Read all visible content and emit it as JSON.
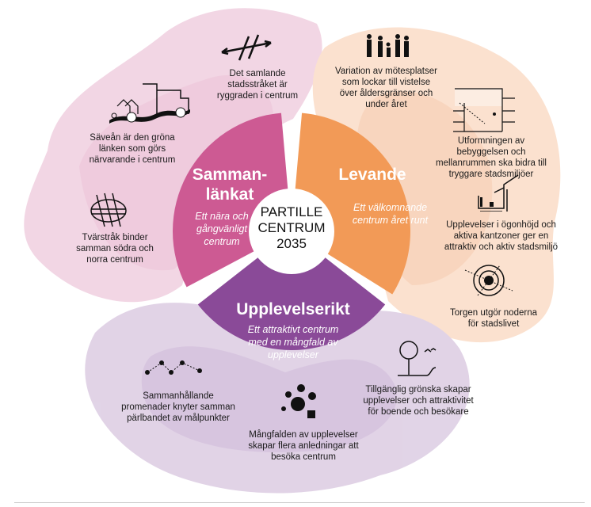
{
  "center": {
    "line1": "PARTILLE",
    "line2": "CENTRUM",
    "line3": "2035"
  },
  "colors": {
    "pink": "#cd5a93",
    "orange": "#f29a57",
    "purple": "#8a4a98",
    "bg_pink": "#e9b6cf",
    "bg_peach": "#f8c9a8",
    "bg_lavender": "#c9b0d3"
  },
  "segments": [
    {
      "title_1": "Samman-",
      "title_2": "länkat",
      "subtitle": "Ett nära och gångvänligt centrum"
    },
    {
      "title": "Levande",
      "subtitle": "Ett välkomnande centrum året runt"
    },
    {
      "title": "Upplevelserikt",
      "subtitle": "Ett attraktivt centrum med en mångfald av upplevelser"
    }
  ],
  "captions": {
    "stadsstraket": "Det samlande stadsstråket är ryggraden i centrum",
    "saevean": "Säveån är den gröna länken som görs närvarande i centrum",
    "tvarstrak": "Tvärstråk binder samman södra och norra centrum",
    "motesplatser": "Variation av mötesplatser som lockar till vistelse över åldersgränser och under året",
    "utformningen": "Utformningen av bebyggelsen och mellanrummen ska bidra till tryggare stadsmiljöer",
    "ogonhojd": "Upplevelser i ögonhöjd och aktiva kantzoner ger en attraktiv och aktiv stadsmiljö",
    "torgen": "Torgen utgör noderna för stadslivet",
    "gronska": "Tillgänglig grönska skapar upplevelser och attraktivitet för boende och besökare",
    "mangfalden": "Mångfalden av upplevelser skapar flera anledningar att besöka centrum",
    "promenader": "Sammanhållande promenader knyter samman pärlbandet av målpunkter"
  }
}
